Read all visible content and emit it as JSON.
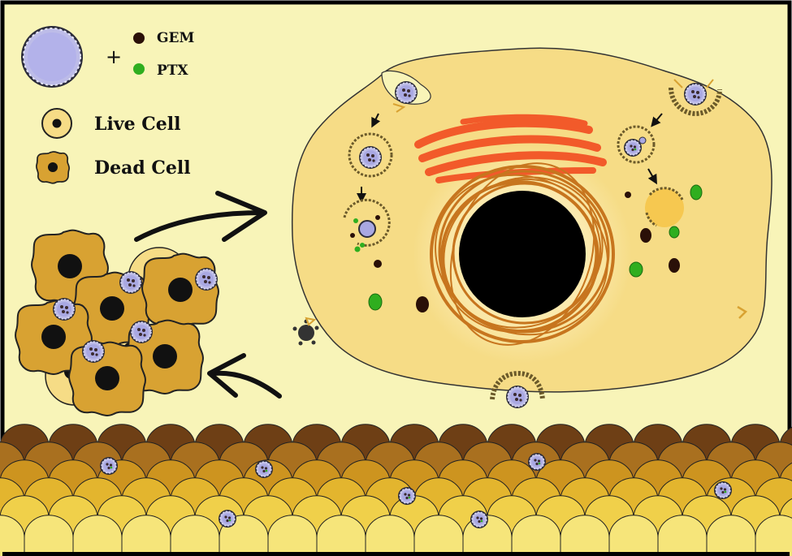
{
  "legend": {
    "plus": "+",
    "gem_label": "GEM",
    "ptx_label": "PTX",
    "live_cell_label": "Live Cell",
    "dead_cell_label": "Dead Cell"
  },
  "colors": {
    "background": "#f8f4b8",
    "cell_body": "#f6dc86",
    "nucleus": "#000000",
    "golgi": "#f25a2a",
    "nuclear_rings": "#c7751e",
    "dead_cell": "#d8a232",
    "gem_dot": "#2a1008",
    "ptx_dot": "#2fae1f",
    "nanoparticle": "#a9a8e2"
  }
}
